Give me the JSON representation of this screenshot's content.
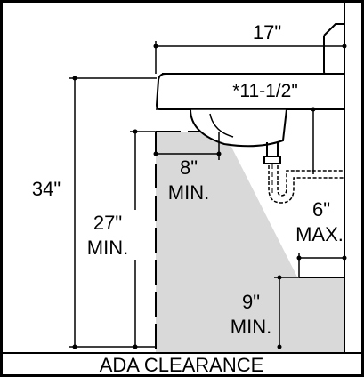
{
  "diagram": {
    "caption": "ADA CLEARANCE",
    "labels": {
      "sink_depth": "17\"",
      "drain_offset": "*11-1/2\"",
      "rim_height": "34\"",
      "knee_height_value": "27\"",
      "knee_height_unit": "MIN.",
      "knee_depth_value": "8\"",
      "knee_depth_unit": "MIN.",
      "pipe_depth_value": "6\"",
      "pipe_depth_unit": "MAX.",
      "toe_height_value": "9\"",
      "toe_height_unit": "MIN."
    },
    "colors": {
      "clearance_fill": "#d9d9d9",
      "line": "#000000",
      "background": "#ffffff"
    }
  }
}
